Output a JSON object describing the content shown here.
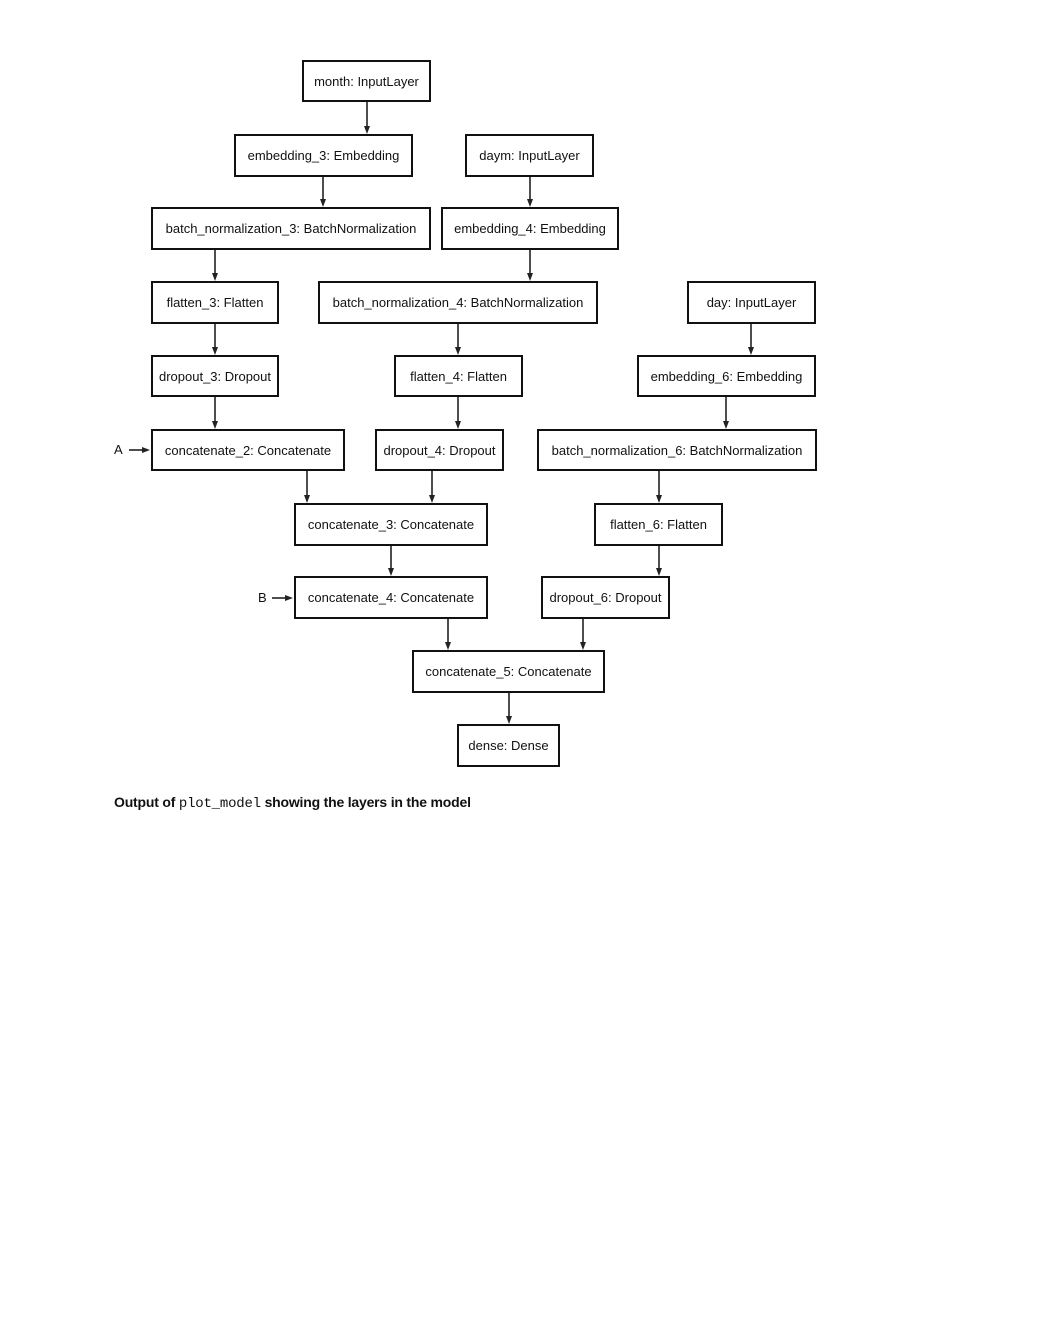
{
  "nodes": {
    "month": "month: InputLayer",
    "embedding_3": "embedding_3: Embedding",
    "daym": "daym: InputLayer",
    "batch_normalization_3": "batch_normalization_3: BatchNormalization",
    "embedding_4": "embedding_4: Embedding",
    "flatten_3": "flatten_3: Flatten",
    "batch_normalization_4": "batch_normalization_4: BatchNormalization",
    "day": "day: InputLayer",
    "dropout_3": "dropout_3: Dropout",
    "flatten_4": "flatten_4: Flatten",
    "embedding_6": "embedding_6: Embedding",
    "concatenate_2": "concatenate_2: Concatenate",
    "dropout_4": "dropout_4: Dropout",
    "batch_normalization_6": "batch_normalization_6: BatchNormalization",
    "concatenate_3": "concatenate_3: Concatenate",
    "flatten_6": "flatten_6: Flatten",
    "concatenate_4": "concatenate_4: Concatenate",
    "dropout_6": "dropout_6: Dropout",
    "concatenate_5": "concatenate_5: Concatenate",
    "dense": "dense: Dense"
  },
  "edges": [
    [
      "month",
      "embedding_3"
    ],
    [
      "embedding_3",
      "batch_normalization_3"
    ],
    [
      "daym",
      "embedding_4"
    ],
    [
      "embedding_4",
      "batch_normalization_4"
    ],
    [
      "batch_normalization_3",
      "flatten_3"
    ],
    [
      "flatten_3",
      "dropout_3"
    ],
    [
      "dropout_3",
      "concatenate_2"
    ],
    [
      "batch_normalization_4",
      "flatten_4"
    ],
    [
      "flatten_4",
      "dropout_4"
    ],
    [
      "day",
      "embedding_6"
    ],
    [
      "embedding_6",
      "batch_normalization_6"
    ],
    [
      "batch_normalization_6",
      "flatten_6"
    ],
    [
      "flatten_6",
      "dropout_6"
    ],
    [
      "concatenate_2",
      "concatenate_3"
    ],
    [
      "dropout_4",
      "concatenate_3"
    ],
    [
      "concatenate_3",
      "concatenate_4"
    ],
    [
      "concatenate_4",
      "concatenate_5"
    ],
    [
      "dropout_6",
      "concatenate_5"
    ],
    [
      "concatenate_5",
      "dense"
    ]
  ],
  "external_inputs": {
    "a": "A",
    "b": "B"
  },
  "caption": {
    "prefix": "Output of ",
    "code": "plot_model",
    "suffix": " showing the layers in the model"
  }
}
